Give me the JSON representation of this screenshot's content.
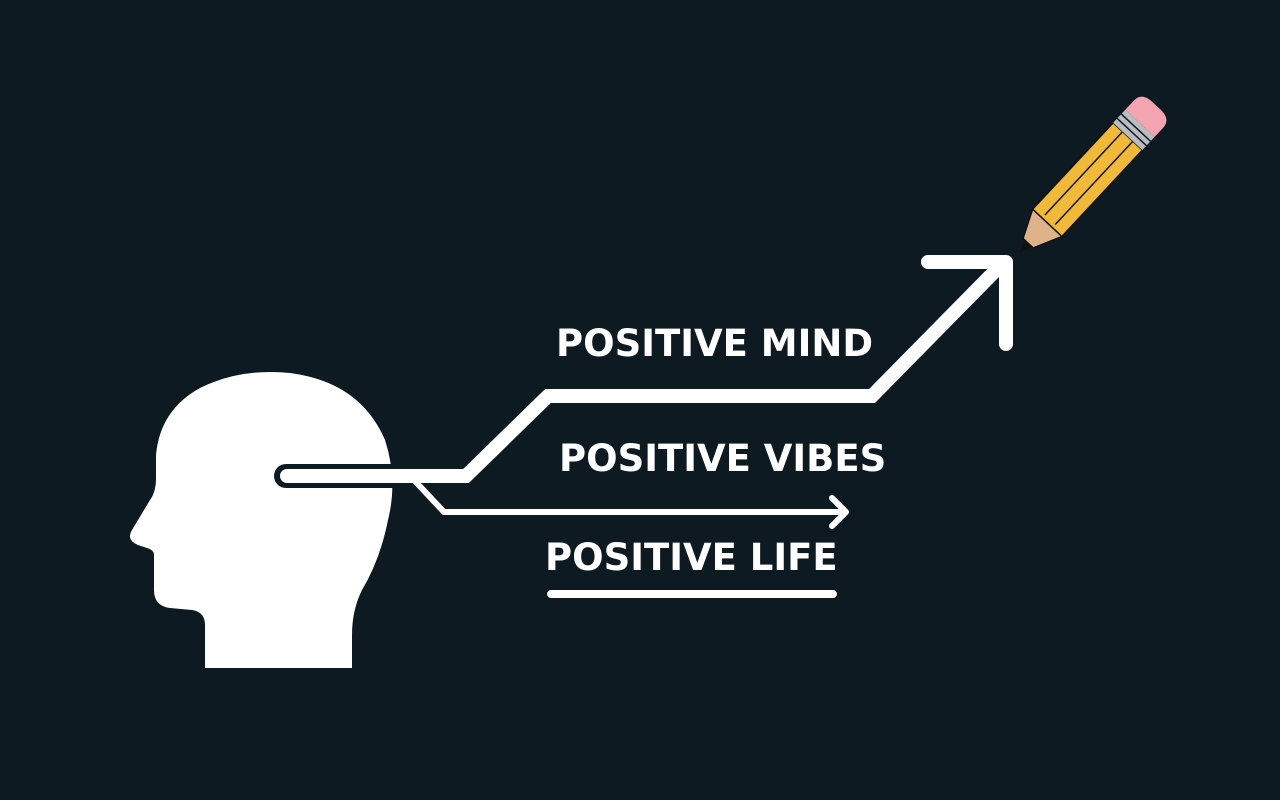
{
  "illustration": {
    "background_color": "#0e1a21",
    "foreground_color": "#ffffff",
    "labels": {
      "mind": "POSITIVE MIND",
      "vibes": "POSITIVE VIBES",
      "life": "POSITIVE LIFE"
    },
    "icons": {
      "head": "head-silhouette-icon",
      "pencil": "pencil-icon",
      "arrow_up": "arrow-up-right-icon",
      "arrow_right": "arrow-right-icon"
    },
    "pencil_colors": {
      "body": "#f0b93a",
      "eraser": "#f4a3b0",
      "ferrule": "#b9bcc0",
      "wood": "#deb38a",
      "lead": "#111111"
    }
  }
}
